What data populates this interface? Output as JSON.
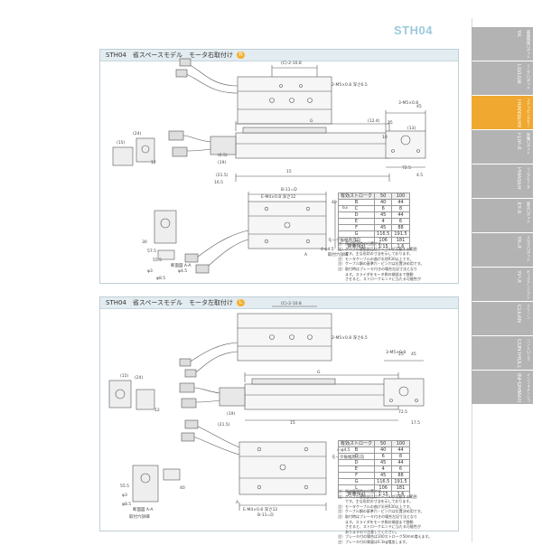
{
  "model_code": "STH04",
  "sections": [
    {
      "title": "STH04　省スペースモデル　モータ右取付け",
      "badge": "R"
    },
    {
      "title": "STH04　省スペースモデル　モータ左取付け",
      "badge": "L"
    }
  ],
  "dimension_labels_top": [
    "(C)-2-10.8",
    "2-M5×0.8 深さ6.5",
    "G",
    "(19)",
    "15",
    "4.5",
    "(21.5)",
    "16.5",
    "(6.5)",
    "(24)",
    "(15)",
    "12",
    "72.5",
    "45",
    "3-M5×0.8",
    "25",
    "(13)",
    "10",
    "(12.4)",
    "B-11=D",
    "E-M4×0.8 深さ12",
    "断面図 A-A",
    "55.5",
    "57.5",
    "30",
    "φ3",
    "φ8.5",
    "φ4.5",
    "取付穴詳細",
    "4-φ4.5",
    "モータ振幅周方向",
    "63",
    "40",
    "A"
  ],
  "dimension_labels_bottom": [
    "(C)-2-10.8",
    "2-M5×0.8 深さ6.5",
    "G",
    "25",
    "45",
    "3-M5×0.8",
    "(19)",
    "15",
    "(21.5)",
    "(24)",
    "(15)",
    "12",
    "72.5",
    "17.5",
    "B-11=D",
    "E-M4×0.8 深さ12",
    "4-φ4.5",
    "モータ振幅周方向",
    "断面図 A-A",
    "取付穴詳細",
    "55.5",
    "φ3",
    "φ8.5",
    "A",
    "40"
  ],
  "spec_table": {
    "header": [
      "有効ストローク",
      "50",
      "100"
    ],
    "rows": [
      [
        "B",
        "40",
        "44"
      ],
      [
        "C",
        "6",
        "8"
      ],
      [
        "D",
        "45",
        "44"
      ],
      [
        "E",
        "4",
        "6"
      ],
      [
        "F",
        "45",
        "88"
      ],
      [
        "G",
        "116.5",
        "191.5"
      ],
      [
        "L",
        "106",
        "181"
      ],
      [
        "質量(kg)",
        "1.15",
        "1.6"
      ]
    ]
  },
  "notes": [
    "注）原点復帰時の位置です。",
    "注）ケーブル接続部品はケーブルが可動する範囲",
    "　　です。主な形状の寸法を示しております。",
    "注）モータケーブルの曲げ半径R30以上です。",
    "注）ケーブル類の基準穴・ピン穴は位置決め用です。",
    "注）取付時はブレーキ付きの場合左記寸法となり",
    "　　ます。スライダをモータ側の端部まで移動",
    "　　させると、ストロークエンドに当たる可能性が",
    "　　ありますので注意してください。",
    "注）ブレーキ付の場合は100ストローク50mm増えます。",
    "注）ブレーキ付の質量は0.1kg増加します。"
  ],
  "side_tabs": [
    {
      "main": "YA",
      "sub": "超高精度ロボット",
      "active": false
    },
    {
      "main": "LG/LGB",
      "sub": "リニアロボット",
      "active": false
    },
    {
      "main": "TRANSERVO",
      "sub": "ステッピングモータ",
      "active": true
    },
    {
      "main": "FLIP-X",
      "sub": "単軸ロボット",
      "active": false
    },
    {
      "main": "PHASER",
      "sub": "リニアモータ",
      "active": false
    },
    {
      "main": "XY-X",
      "sub": "直交ロボット",
      "active": false
    },
    {
      "main": "YK-X",
      "sub": "スカラロボット",
      "active": false
    },
    {
      "main": "YP-X",
      "sub": "ピックアンドプレイス",
      "active": false
    },
    {
      "main": "CLEAN",
      "sub": "クリーン",
      "active": false
    },
    {
      "main": "CONTROLLER",
      "sub": "コントローラ",
      "active": false
    },
    {
      "main": "INFORMATION",
      "sub": "インフォメーション",
      "active": false
    }
  ]
}
